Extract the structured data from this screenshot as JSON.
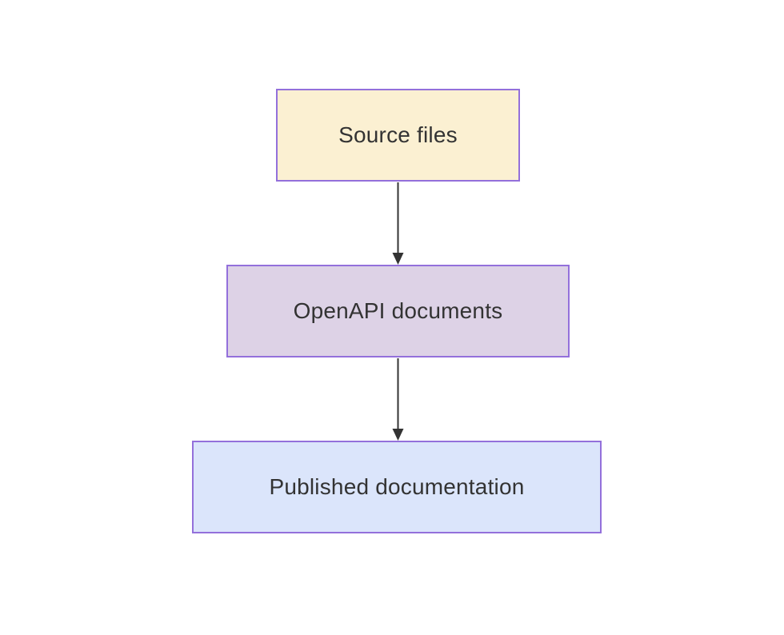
{
  "diagram": {
    "type": "flowchart",
    "direction": "top-down",
    "nodes": [
      {
        "id": "source",
        "label": "Source files",
        "fill": "#fbf0d2",
        "border": "#9370db"
      },
      {
        "id": "openapi",
        "label": "OpenAPI documents",
        "fill": "#ddd2e6",
        "border": "#9370db"
      },
      {
        "id": "published",
        "label": "Published documentation",
        "fill": "#dbe5fb",
        "border": "#9370db"
      }
    ],
    "edges": [
      {
        "from": "Source files",
        "to": "OpenAPI documents"
      },
      {
        "from": "OpenAPI documents",
        "to": "Published documentation"
      }
    ],
    "colors": {
      "arrow": "#333333",
      "text": "#333333",
      "node_border": "#9370db",
      "background": "#ffffff"
    }
  }
}
